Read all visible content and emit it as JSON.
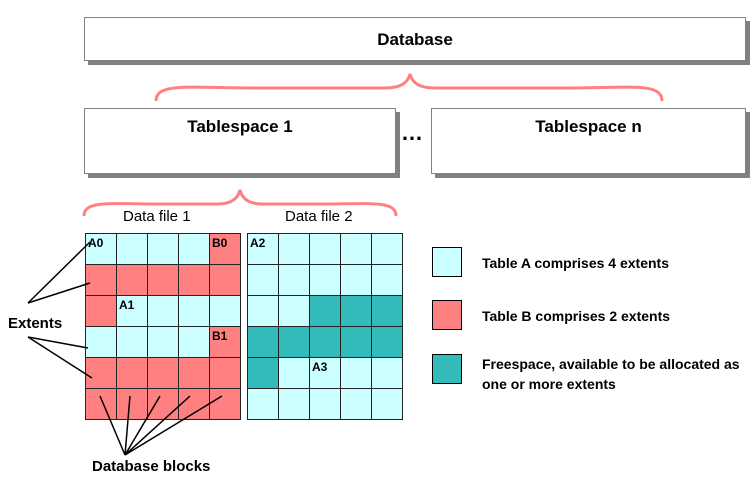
{
  "database": {
    "title": "Database"
  },
  "tablespaces": [
    {
      "title": "Tablespace 1"
    },
    {
      "title": "Tablespace n"
    }
  ],
  "ellipsis": "…",
  "data_files": [
    {
      "label": "Data file 1",
      "cells": [
        [
          "A",
          "A",
          "A",
          "A",
          "B"
        ],
        [
          "B",
          "B",
          "B",
          "B",
          "B"
        ],
        [
          "B",
          "A",
          "A",
          "A",
          "A"
        ],
        [
          "A",
          "A",
          "A",
          "A",
          "B"
        ],
        [
          "B",
          "B",
          "B",
          "B",
          "B"
        ],
        [
          "B",
          "B",
          "B",
          "B",
          "B"
        ]
      ],
      "tags": [
        {
          "row": 0,
          "col": 0,
          "text": "A0"
        },
        {
          "row": 0,
          "col": 4,
          "text": "B0"
        },
        {
          "row": 2,
          "col": 1,
          "text": "A1"
        },
        {
          "row": 3,
          "col": 4,
          "text": "B1"
        }
      ]
    },
    {
      "label": "Data file 2",
      "cells": [
        [
          "A",
          "A",
          "A",
          "A",
          "A"
        ],
        [
          "A",
          "A",
          "A",
          "A",
          "A"
        ],
        [
          "A",
          "A",
          "F",
          "F",
          "F"
        ],
        [
          "F",
          "F",
          "F",
          "F",
          "F"
        ],
        [
          "F",
          "A",
          "A",
          "A",
          "A"
        ],
        [
          "A",
          "A",
          "A",
          "A",
          "A"
        ]
      ],
      "tags": [
        {
          "row": 0,
          "col": 0,
          "text": "A2"
        },
        {
          "row": 4,
          "col": 2,
          "text": "A3"
        }
      ]
    }
  ],
  "colors": {
    "A": "#ccffff",
    "B": "#ff8080",
    "F": "#33bbbb",
    "brace": "#ff8080"
  },
  "extents_label": "Extents",
  "blocks_label": "Database blocks",
  "legend": [
    {
      "key": "A",
      "text": "Table A comprises 4 extents"
    },
    {
      "key": "B",
      "text": "Table B comprises 2 extents"
    },
    {
      "key": "F",
      "text": "Freespace, available to be allocated as one or more extents"
    }
  ]
}
